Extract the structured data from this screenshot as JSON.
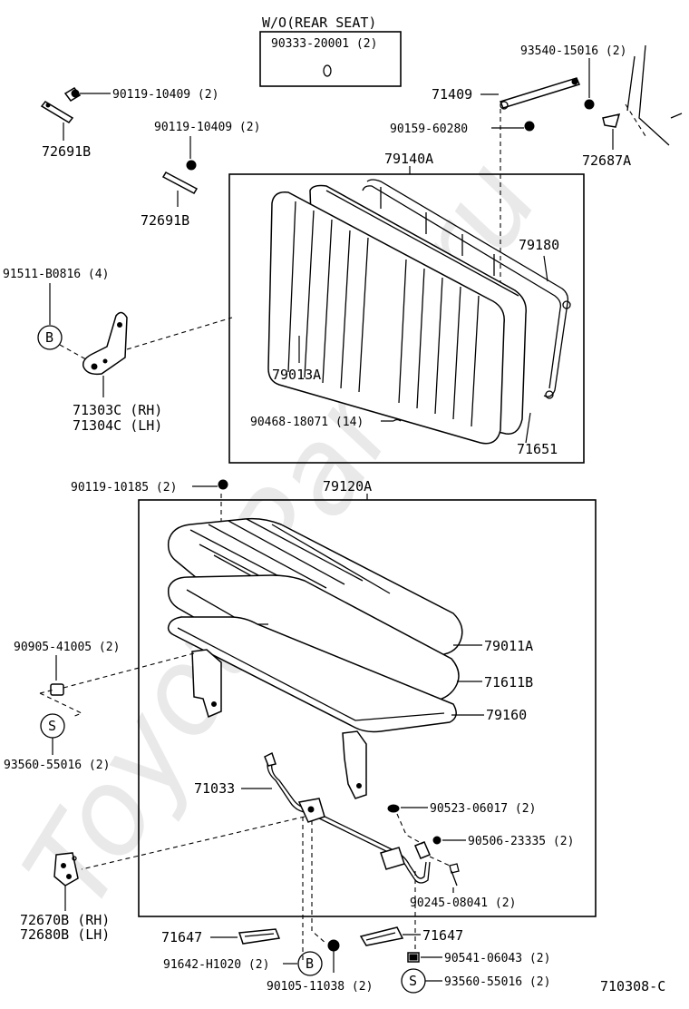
{
  "watermark": "ToyotaParts.ru",
  "inset": {
    "title": "W/O(REAR SEAT)",
    "part": "90333-20001 (2)"
  },
  "diagram_code": "710308-C",
  "callouts": {
    "B": "B",
    "S": "S"
  },
  "labels": {
    "p93540": "93540-15016 (2)",
    "p71409": "71409",
    "p90159": "90159-60280",
    "p72687A": "72687A",
    "p90119_a": "90119-10409 (2)",
    "p72691B_a": "72691B",
    "p90119_b": "90119-10409 (2)",
    "p72691B_b": "72691B",
    "p79140A": "79140A",
    "p79180": "79180",
    "p91511": "91511-B0816 (4)",
    "p71303C": "71303C (RH)",
    "p71304C": "71304C (LH)",
    "p79013A": "79013A",
    "p90468": "90468-18071 (14)",
    "p71651": "71651",
    "p90119_c": "90119-10185 (2)",
    "p79120A": "79120A",
    "p79011A": "79011A",
    "p90905": "90905-41005 (2)",
    "p71611B": "71611B",
    "p79160": "79160",
    "p93560_a": "93560-55016 (2)",
    "p71033": "71033",
    "p90523": "90523-06017 (2)",
    "p90506": "90506-23335 (2)",
    "p90245": "90245-08041 (2)",
    "p72670B": "72670B (RH)",
    "p72680B": "72680B (LH)",
    "p71647_a": "71647",
    "p71647_b": "71647",
    "p90541": "90541-06043 (2)",
    "p91642": "91642-H1020 (2)",
    "p90105": "90105-11038 (2)",
    "p93560_b": "93560-55016 (2)"
  }
}
